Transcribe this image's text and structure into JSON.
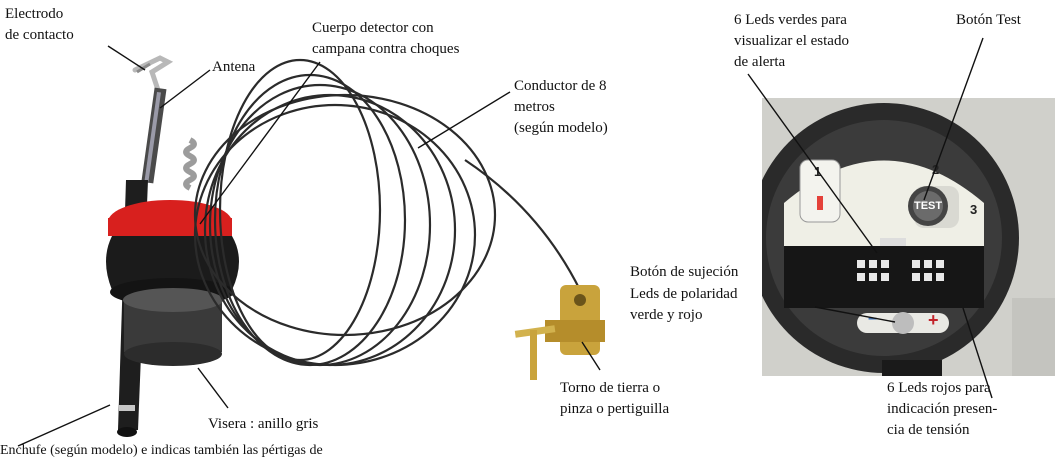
{
  "labels": {
    "electrode": "Electrodo\nde contacto",
    "antenna": "Antena",
    "detector_body": "Cuerpo detector con\ncampana contra choques",
    "conductor": "Conductor de 8\nmetros\n(según modelo)",
    "visor": "Visera : anillo gris",
    "ground_clamp": "Torno de tierra o\npinza o pertiguilla",
    "pole_note": "Enchufe (según modelo) e indicas también las pértigas de",
    "green_leds": "6 Leds verdes para\nvisualizar el estado\nde alerta",
    "test_button": "Botón Test",
    "holding_button": "Botón de sujeción",
    "polarity_leds": "Leds de polaridad\nverde y rojo",
    "red_leds": "6 Leds rojos para\nindicación presen-\ncia de tensión"
  },
  "panel": {
    "step1": "1",
    "step2": "2",
    "step3": "3",
    "test": "TEST",
    "minus": "−",
    "plus": "+"
  },
  "colors": {
    "collar_red": "#d8201e",
    "foam_black": "#1b1b1b",
    "cable": "#2b2b2b",
    "clamp_brass": "#c9a33c",
    "panel_bg": "#d0d0cb",
    "led_green": "#7dc36b",
    "led_red": "#e4413a"
  }
}
